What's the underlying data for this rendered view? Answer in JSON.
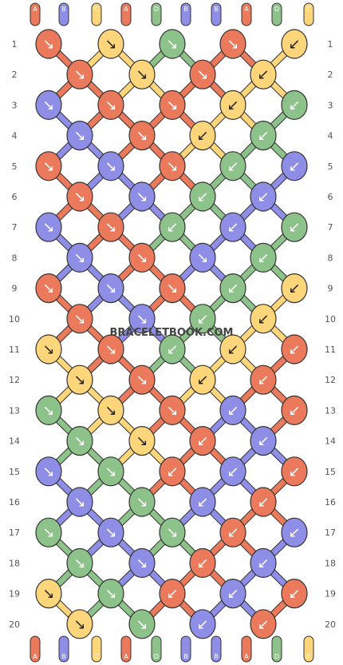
{
  "colors": {
    "A": "#ea7a5b",
    "B": "#8f8ee7",
    "C": "#fdd57a",
    "D": "#8dc38a"
  },
  "strands": [
    "A",
    "B",
    "C",
    "A",
    "D",
    "B",
    "B",
    "A",
    "D",
    "C"
  ],
  "row_numbers": [
    "1",
    "2",
    "3",
    "4",
    "5",
    "6",
    "7",
    "8",
    "9",
    "10",
    "11",
    "12",
    "13",
    "14",
    "15",
    "16",
    "17",
    "18",
    "19",
    "20"
  ],
  "watermark": "BRACELETBOOK.COM",
  "knots": [
    [
      "A",
      "C",
      "D",
      "A",
      "C"
    ],
    [
      "A",
      "C",
      "A",
      "C"
    ],
    [
      "B",
      "A",
      "A",
      "C",
      "D"
    ],
    [
      "B",
      "A",
      "C",
      "D"
    ],
    [
      "A",
      "B",
      "A",
      "D",
      "B"
    ],
    [
      "A",
      "B",
      "D",
      "B"
    ],
    [
      "B",
      "A",
      "D",
      "B",
      "D"
    ],
    [
      "B",
      "A",
      "B",
      "D"
    ],
    [
      "A",
      "B",
      "A",
      "D",
      "C"
    ],
    [
      "A",
      "B",
      "D",
      "C"
    ],
    [
      "C",
      "A",
      "D",
      "C",
      "A"
    ],
    [
      "C",
      "A",
      "C",
      "A"
    ],
    [
      "D",
      "C",
      "A",
      "B",
      "A"
    ],
    [
      "D",
      "C",
      "A",
      "B"
    ],
    [
      "B",
      "D",
      "A",
      "B",
      "A"
    ],
    [
      "B",
      "D",
      "B",
      "A"
    ],
    [
      "D",
      "B",
      "D",
      "A",
      "B"
    ],
    [
      "D",
      "B",
      "A",
      "B"
    ],
    [
      "C",
      "D",
      "A",
      "B",
      "A"
    ],
    [
      "C",
      "D",
      "B",
      "A"
    ]
  ],
  "directions": [
    [
      "↘",
      "↘",
      "↘",
      "↘",
      "↙"
    ],
    [
      "↘",
      "↘",
      "↘",
      "↙"
    ],
    [
      "↘",
      "↘",
      "↘",
      "↙",
      "↙"
    ],
    [
      "↘",
      "↘",
      "↙",
      "↙"
    ],
    [
      "↘",
      "↘",
      "↘",
      "↙",
      "↙"
    ],
    [
      "↘",
      "↘",
      "↙",
      "↙"
    ],
    [
      "↘",
      "↘",
      "↙",
      "↙",
      "↙"
    ],
    [
      "↘",
      "↘",
      "↘",
      "↙"
    ],
    [
      "↘",
      "↘",
      "↘",
      "↙",
      "↙"
    ],
    [
      "↘",
      "↘",
      "↙",
      "↙"
    ],
    [
      "↘",
      "↘",
      "↙",
      "↙",
      "↙"
    ],
    [
      "↘",
      "↘",
      "↙",
      "↙"
    ],
    [
      "↘",
      "↘",
      "↘",
      "↙",
      "↙"
    ],
    [
      "↘",
      "↘",
      "↙",
      "↙"
    ],
    [
      "↘",
      "↘",
      "↙",
      "↙",
      "↙"
    ],
    [
      "↘",
      "↘",
      "↙",
      "↙"
    ],
    [
      "↘",
      "↘",
      "↘",
      "↙",
      "↙"
    ],
    [
      "↘",
      "↘",
      "↙",
      "↙"
    ],
    [
      "↘",
      "↘",
      "↙",
      "↙",
      "↙"
    ],
    [
      "↘",
      "↘",
      "↙",
      "↙"
    ]
  ],
  "bottom_strands": [
    "A",
    "B",
    "C",
    "A",
    "D",
    "B",
    "B",
    "A",
    "D",
    "C"
  ]
}
